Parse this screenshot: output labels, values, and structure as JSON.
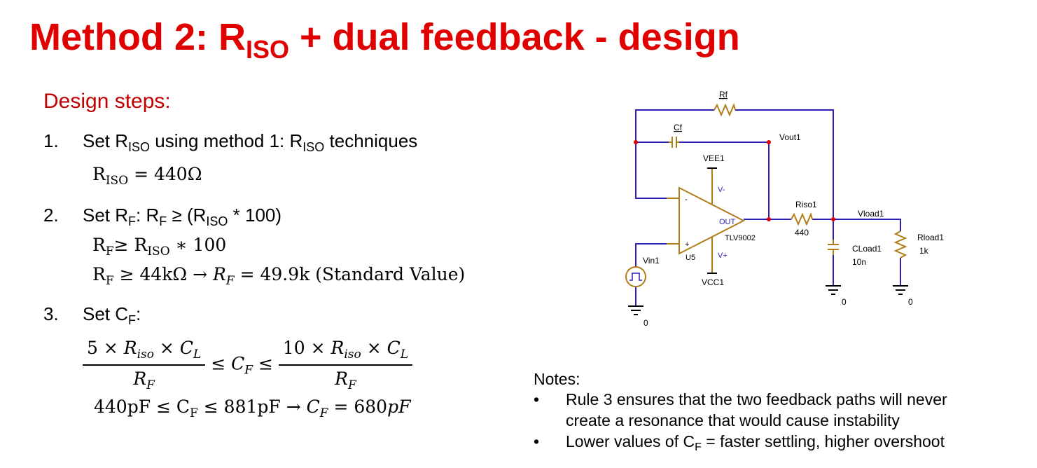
{
  "title": {
    "main": "Method 2: R",
    "sub": "ISO",
    "rest": " + dual feedback - design"
  },
  "subhead": "Design steps:",
  "steps": [
    {
      "num": "1.",
      "pre": "Set R",
      "sub1": "ISO",
      "mid": " using method 1: R",
      "sub2": "ISO",
      "post": " techniques"
    },
    {
      "num": "2.",
      "pre": "Set R",
      "sub1": "F",
      "mid": ": R",
      "sub2": "F",
      "mid2": " ≥ (R",
      "sub3": "ISO",
      "post": " * 100)"
    },
    {
      "num": "3.",
      "pre": "Set C",
      "sub1": "F",
      "post": ":"
    }
  ],
  "equations": {
    "riso": {
      "lhs": "R",
      "sub": "ISO",
      "rhs": " = 440Ω"
    },
    "rf1": {
      "lhs": "R",
      "sub": "F",
      "mid": "≥ R",
      "sub2": "ISO",
      "rhs": " ∗ 100"
    },
    "rf2": {
      "lhs": "R",
      "sub": "F",
      "mid": " ≥ 44kΩ → ",
      "var": "R",
      "varsub": "F",
      "rhs": " = 49.9k (Standard Value)"
    },
    "cf_ineq": {
      "left_num": "5 × ",
      "left_num_var": "R",
      "left_num_sub": "iso",
      "left_num_x": " × ",
      "left_num_c": "C",
      "left_num_csub": "L",
      "left_den": "R",
      "left_den_sub": "F",
      "mid": " ≤ ",
      "mid_var": "C",
      "mid_sub": "F",
      "mid2": " ≤ ",
      "right_num": "10 × ",
      "right_num_var": "R",
      "right_num_sub": "iso",
      "right_num_x": " × ",
      "right_num_c": "C",
      "right_num_csub": "L",
      "right_den": "R",
      "right_den_sub": "F"
    },
    "cf_result": {
      "lhs": "440pF  ≤  C",
      "sub": "F",
      "mid": " ≤ 881pF  →  ",
      "var": "C",
      "varsub": "F",
      "rhs": " = 680",
      "unit": "pF"
    }
  },
  "notes": {
    "heading": "Notes:",
    "items": [
      {
        "line1": "Rule 3 ensures that the two feedback paths will never",
        "line2": "create a resonance that would cause instability"
      },
      {
        "pre": "Lower values of C",
        "sub": "F",
        "post": " = faster settling, higher overshoot"
      }
    ]
  },
  "schematic": {
    "rf": "Rf",
    "cf": "Cf",
    "vout": "Vout1",
    "vee": "VEE1",
    "vminus": "V-",
    "minus": "-",
    "out": "OUT",
    "part": "TLV9002",
    "plus": "+",
    "u5": "U5",
    "vplus": "V+",
    "vcc": "VCC1",
    "vin": "Vin1",
    "riso": "Riso1",
    "riso_val": "440",
    "vload": "Vload1",
    "cload": "CLoad1",
    "cload_val": "10n",
    "rload": "Rload1",
    "rload_val": "1k",
    "gnd1": "0",
    "gnd2": "0",
    "gnd3": "0",
    "colors": {
      "wire": "#2b1fb8",
      "component": "#b07d1a",
      "node": "#e00000"
    }
  }
}
